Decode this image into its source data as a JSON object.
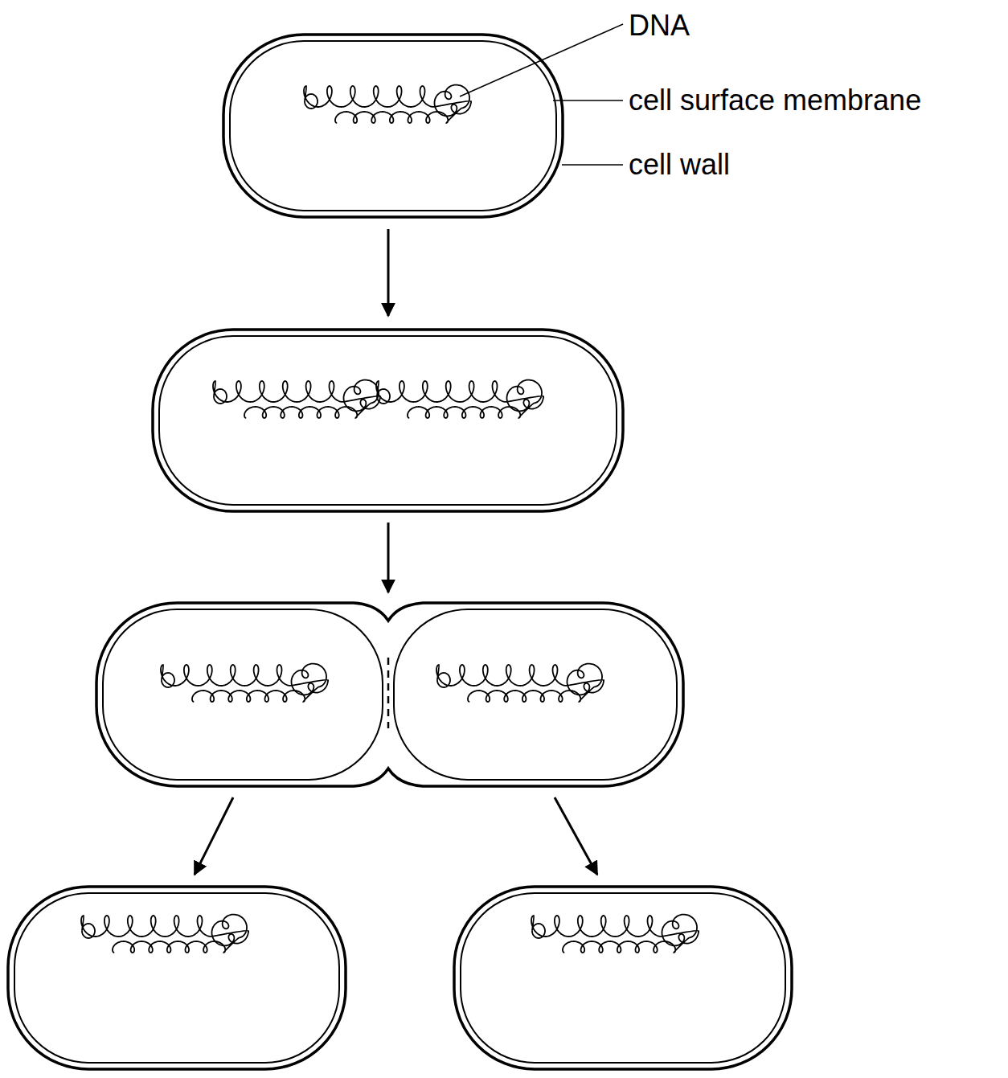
{
  "diagram": {
    "labels": [
      "DNA",
      "cell surface membrane",
      "cell wall"
    ]
  }
}
